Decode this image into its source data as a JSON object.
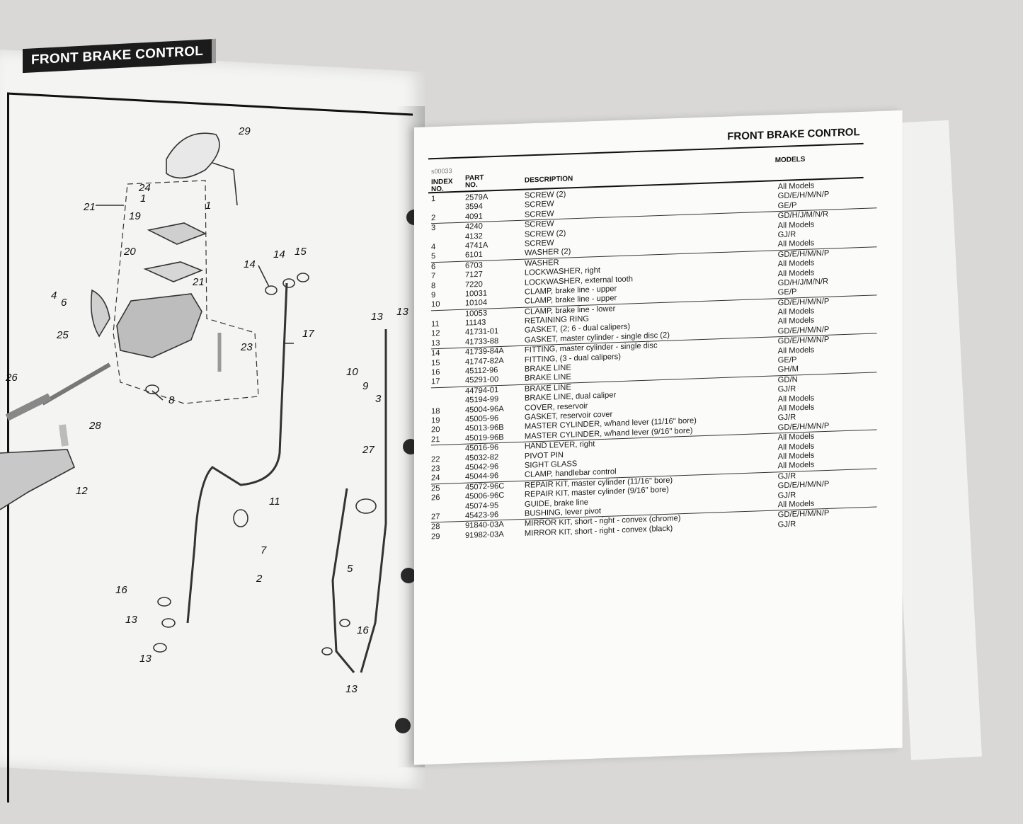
{
  "left_page": {
    "title": "FRONT BRAKE CONTROL",
    "callouts": [
      "29",
      "24",
      "1",
      "1",
      "21",
      "19",
      "20",
      "21",
      "4",
      "6",
      "25",
      "14",
      "15",
      "14",
      "17",
      "23",
      "26",
      "8",
      "28",
      "12",
      "13",
      "13",
      "10",
      "9",
      "3",
      "27",
      "11",
      "7",
      "2",
      "16",
      "13",
      "13",
      "5",
      "16",
      "13"
    ]
  },
  "right_page": {
    "title": "FRONT BRAKE CONTROL",
    "page_code": "s00033",
    "headers": {
      "index": "INDEX NO.",
      "part": "PART NO.",
      "description": "DESCRIPTION",
      "models": "MODELS"
    },
    "rows": [
      {
        "index": "1",
        "part": "2579A",
        "description": "SCREW (2)",
        "models": "All Models"
      },
      {
        "index": "",
        "part": "3594",
        "description": "SCREW",
        "models": "GD/E/H/M/N/P"
      },
      {
        "index": "2",
        "part": "4091",
        "description": "SCREW",
        "models": "GE/P"
      },
      {
        "index": "3",
        "part": "4240",
        "description": "SCREW",
        "models": "GD/H/J/M/N/R"
      },
      {
        "index": "",
        "part": "4132",
        "description": "SCREW (2)",
        "models": "All Models"
      },
      {
        "index": "4",
        "part": "4741A",
        "description": "SCREW",
        "models": "GJ/R"
      },
      {
        "index": "5",
        "part": "6101",
        "description": "WASHER (2)",
        "models": "All Models"
      },
      {
        "index": "6",
        "part": "6703",
        "description": "WASHER",
        "models": "GD/E/H/M/N/P"
      },
      {
        "index": "7",
        "part": "7127",
        "description": "LOCKWASHER, right",
        "models": "All Models"
      },
      {
        "index": "8",
        "part": "7220",
        "description": "LOCKWASHER, external tooth",
        "models": "All Models"
      },
      {
        "index": "9",
        "part": "10031",
        "description": "CLAMP, brake line - upper",
        "models": "GD/H/J/M/N/R"
      },
      {
        "index": "10",
        "part": "10104",
        "description": "CLAMP, brake line - upper",
        "models": "GE/P"
      },
      {
        "index": "",
        "part": "10053",
        "description": "CLAMP, brake line - lower",
        "models": "GD/E/H/M/N/P"
      },
      {
        "index": "11",
        "part": "11143",
        "description": "RETAINING RING",
        "models": "All Models"
      },
      {
        "index": "12",
        "part": "41731-01",
        "description": "GASKET, (2; 6 - dual calipers)",
        "models": "All Models"
      },
      {
        "index": "13",
        "part": "41733-88",
        "description": "GASKET, master cylinder - single disc (2)",
        "models": "GD/E/H/M/N/P"
      },
      {
        "index": "14",
        "part": "41739-84A",
        "description": "FITTING, master cylinder - single disc",
        "models": "GD/E/H/M/N/P"
      },
      {
        "index": "15",
        "part": "41747-82A",
        "description": "FITTING, (3 - dual calipers)",
        "models": "All Models"
      },
      {
        "index": "16",
        "part": "45112-96",
        "description": "BRAKE LINE",
        "models": "GE/P"
      },
      {
        "index": "17",
        "part": "45291-00",
        "description": "BRAKE LINE",
        "models": "GH/M"
      },
      {
        "index": "",
        "part": "44794-01",
        "description": "BRAKE LINE",
        "models": "GD/N"
      },
      {
        "index": "",
        "part": "45194-99",
        "description": "BRAKE LINE, dual caliper",
        "models": "GJ/R"
      },
      {
        "index": "18",
        "part": "45004-96A",
        "description": "COVER, reservoir",
        "models": "All Models"
      },
      {
        "index": "19",
        "part": "45005-96",
        "description": "GASKET, reservoir cover",
        "models": "All Models"
      },
      {
        "index": "20",
        "part": "45013-96B",
        "description": "MASTER CYLINDER, w/hand lever (11/16\" bore)",
        "models": "GJ/R"
      },
      {
        "index": "21",
        "part": "45019-96B",
        "description": "MASTER CYLINDER, w/hand lever (9/16\" bore)",
        "models": "GD/E/H/M/N/P"
      },
      {
        "index": "",
        "part": "45016-96",
        "description": "HAND LEVER, right",
        "models": "All Models"
      },
      {
        "index": "22",
        "part": "45032-82",
        "description": "PIVOT PIN",
        "models": "All Models"
      },
      {
        "index": "23",
        "part": "45042-96",
        "description": "SIGHT GLASS",
        "models": "All Models"
      },
      {
        "index": "24",
        "part": "45044-96",
        "description": "CLAMP, handlebar control",
        "models": "All Models"
      },
      {
        "index": "25",
        "part": "45072-96C",
        "description": "REPAIR KIT, master cylinder (11/16\" bore)",
        "models": "GJ/R"
      },
      {
        "index": "26",
        "part": "45006-96C",
        "description": "REPAIR KIT, master cylinder (9/16\" bore)",
        "models": "GD/E/H/M/N/P"
      },
      {
        "index": "",
        "part": "45074-95",
        "description": "GUIDE, brake line",
        "models": "GJ/R"
      },
      {
        "index": "27",
        "part": "45423-96",
        "description": "BUSHING, lever pivot",
        "models": "All Models"
      },
      {
        "index": "28",
        "part": "91840-03A",
        "description": "MIRROR KIT, short - right - convex (chrome)",
        "models": "GD/E/H/M/N/P"
      },
      {
        "index": "29",
        "part": "91982-03A",
        "description": "MIRROR KIT, short - right - convex (black)",
        "models": "GJ/R"
      }
    ]
  }
}
